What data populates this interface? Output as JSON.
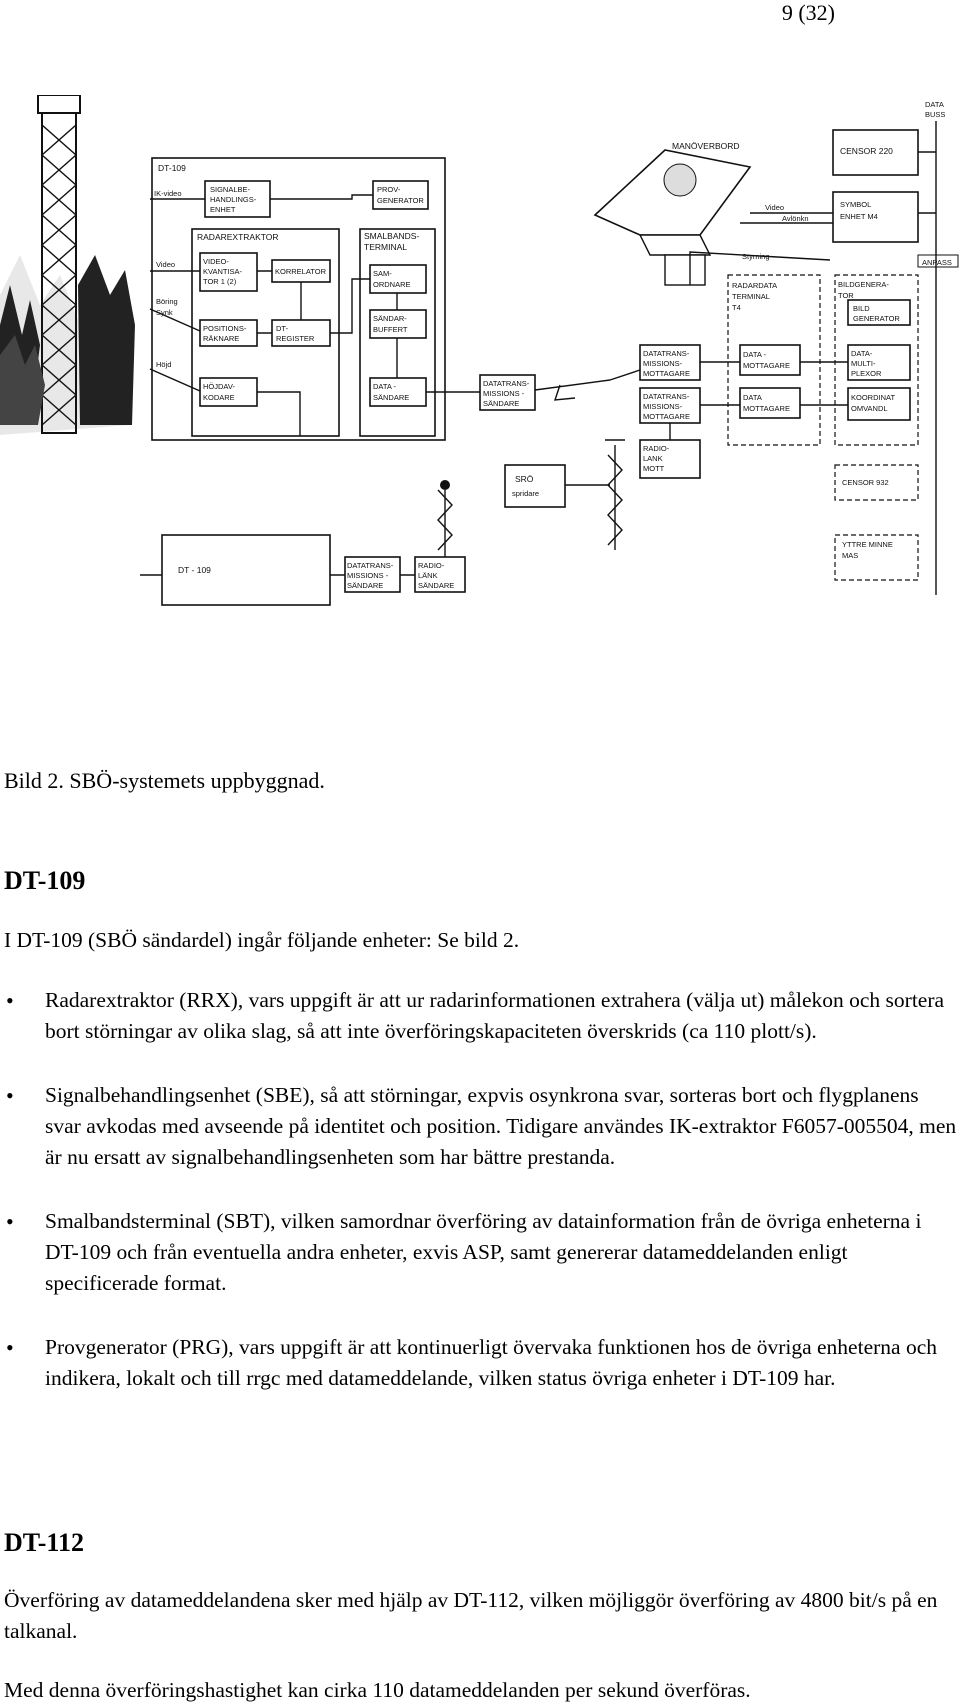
{
  "page_number": "9 (32)",
  "figure": {
    "labels": {
      "dt109": "DT-109",
      "ik_video": "IK-video",
      "video": "Video",
      "boring": "Böring",
      "synk": "Synk",
      "hojd": "Höjd",
      "signalbe_1": "SIGNALBE-",
      "signalbe_2": "HANDLINGS-",
      "signalbe_3": "ENHET",
      "prov_1": "PROV-",
      "prov_2": "GENERATOR",
      "radarextraktor": "RADAREXTRAKTOR",
      "smalbands_1": "SMALBANDS-",
      "smalbands_2": "TERMINAL",
      "video_kv_1": "VIDEO-",
      "video_kv_2": "KVANTISA-",
      "video_kv_3": "TOR 1 (2)",
      "korrelator": "KORRELATOR",
      "sam_1": "SAM-",
      "sam_2": "ORDNARE",
      "pos_1": "POSITIONS-",
      "pos_2": "RÄKNARE",
      "dt_reg_1": "DT-",
      "dt_reg_2": "REGISTER",
      "sand_buf_1": "SÄNDAR-",
      "sand_buf_2": "BUFFERT",
      "hojd_kod_1": "HÖJDAV-",
      "hojd_kod_2": "KODARE",
      "data_sand_1": "DATA -",
      "data_sand_2": "SÄNDARE",
      "dtm_sand_1": "DATATRANS-",
      "dtm_sand_2": "MISSIONS -",
      "dtm_sand_3": "SÄNDARE",
      "manoverbord": "MANÖVERBORD",
      "video_r": "Video",
      "avlonkn": "Avlönkn",
      "styrning": "Styrning",
      "censor220": "CENSOR 220",
      "symbol_1": "SYMBOL",
      "symbol_2": "ENHET M4",
      "databuss_1": "DATA",
      "databuss_2": "BUSS",
      "anpass": "ANPASS",
      "rdt_1": "RADARDATA",
      "rdt_2": "TERMINAL",
      "rdt_3": "T4",
      "bildgen_1": "BILDGENERA-",
      "bildgen_2": "TOR",
      "bildgen_inner_1": "BILD",
      "bildgen_inner_2": "GENERATOR",
      "dtm_mot_1": "DATATRANS-",
      "dtm_mot_2": "MISSIONS-",
      "dtm_mot_3": "MOTTAGARE",
      "data_mot_1": "DATA -",
      "data_mot_2": "MOTTAGARE",
      "data_multi_1": "DATA-",
      "data_multi_2": "MULTI-",
      "data_multi_3": "PLEXOR",
      "dtm_mot2_1": "DATATRANS-",
      "dtm_mot2_2": "MISSIONS-",
      "dtm_mot2_3": "MOTTAGARE",
      "data_mot2_1": "DATA",
      "data_mot2_2": "MOTTAGARE",
      "koord_1": "KOORDINAT",
      "koord_2": "OMVANDL",
      "radio_mot_1": "RADIO-",
      "radio_mot_2": "LANK",
      "radio_mot_3": "MOTT",
      "sro_1": "SRÖ",
      "sro_2": "spridare",
      "censor932": "CENSOR 932",
      "yttre_1": "YTTRE MINNE",
      "yttre_2": "MAS",
      "dt109_b": "DT - 109",
      "dtm_b_1": "DATATRANS-",
      "dtm_b_2": "MISSIONS -",
      "dtm_b_3": "SÄNDARE",
      "radio_b_1": "RADIO-",
      "radio_b_2": "LÄNK",
      "radio_b_3": "SÄNDARE"
    }
  },
  "caption": "Bild 2. SBÖ-systemets uppbyggnad.",
  "section1": {
    "heading": "DT-109",
    "intro": "I DT-109 (SBÖ sändardel) ingår följande enheter: Se bild 2.",
    "bullets": [
      "Radarextraktor (RRX), vars uppgift är att ur radarinformationen extrahera (välja ut) målekon och sortera bort störningar av olika slag, så att inte överföringskapaciteten överskrids (ca 110 plott/s).",
      "Signalbehandlingsenhet (SBE), så att störningar, expvis osynkrona svar, sorteras bort och flygplanens svar avkodas med avseende på identitet och position. Tidigare användes IK-extraktor F6057-005504, men är nu ersatt av signalbehandlingsenheten som har bättre prestanda.",
      "Smalbandsterminal (SBT), vilken samordnar överföring av datainformation från de övriga enheterna i DT-109 och från eventuella andra enheter, exvis ASP, samt genererar datameddelanden enligt specificerade format.",
      "Provgenerator (PRG), vars uppgift är att kontinuerligt övervaka funktionen hos de övriga enheterna och indikera, lokalt och till rrgc med datameddelande, vilken status övriga enheter i DT-109 har."
    ]
  },
  "section2": {
    "heading": "DT-112",
    "para1": "Överföring av datameddelandena sker med hjälp av DT-112, vilken möjliggör överföring av 4800 bit/s på en talkanal.",
    "para2": "Med denna överföringshastighet kan cirka 110 datameddelanden per sekund överföras."
  }
}
